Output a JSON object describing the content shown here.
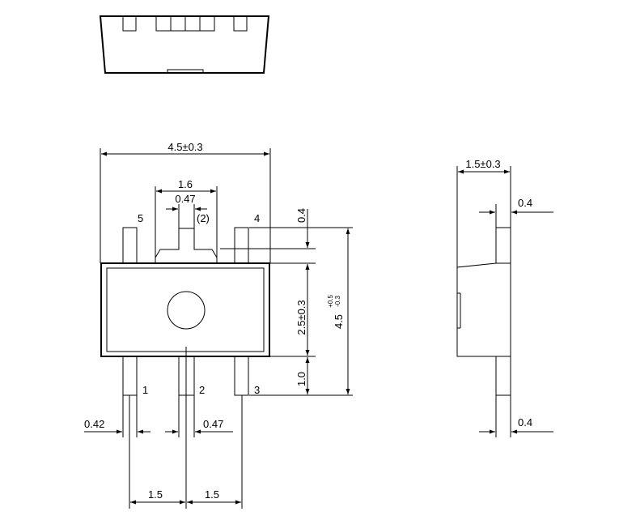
{
  "drawing": {
    "top_view_dimensions": {
      "overall_width": "4.5±0.3",
      "tab_width": "1.6",
      "tab_lead_width": "0.47",
      "tab_lead_label": "(2)",
      "tab_protrusion": "0.4",
      "body_height": "2.5±0.3",
      "overall_height": "4.5",
      "overall_height_tol_plus": "+0.5",
      "overall_height_tol_minus": "-0.3",
      "lead_length": "1.0",
      "lead_width_outer": "0.42",
      "lead_width_center": "0.47",
      "pitch_left": "1.5",
      "pitch_right": "1.5"
    },
    "pin_labels": {
      "pin1": "1",
      "pin2": "2",
      "pin3": "3",
      "pin4": "4",
      "pin5": "5"
    },
    "side_view_dimensions": {
      "thickness": "1.5±0.3",
      "lead_thickness_top": "0.4",
      "lead_thickness_bottom": "0.4"
    }
  }
}
